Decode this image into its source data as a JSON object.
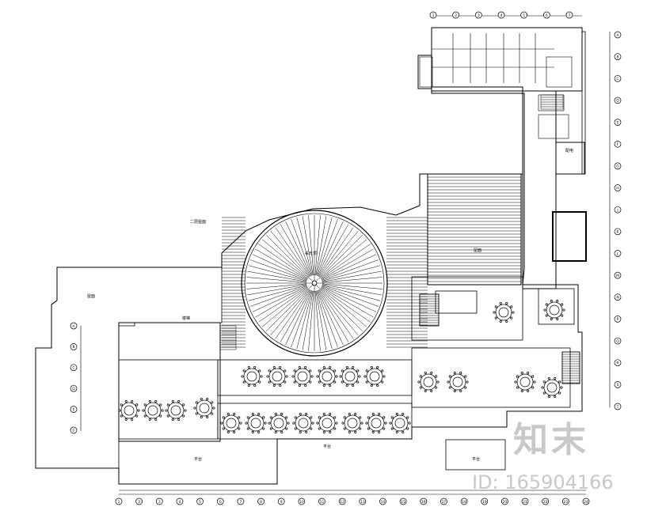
{
  "plan": {
    "room_labels": {
      "main_roof": "二层屋面",
      "left_area": "屋面",
      "stair_label": "楼梯",
      "center_label": "采光顶",
      "right_roof": "屋面",
      "bottom_left": "平台",
      "bottom_mid": "平台",
      "bottom_right": "平台",
      "right_room": "配电"
    },
    "axis_bubbles_bottom": [
      "1",
      "2",
      "3",
      "4",
      "5",
      "6",
      "7",
      "8",
      "9",
      "10",
      "11",
      "12",
      "13",
      "14",
      "15",
      "16",
      "17",
      "18",
      "19",
      "20",
      "21",
      "22",
      "23",
      "24"
    ],
    "axis_bubbles_right": [
      "A",
      "B",
      "C",
      "D",
      "E",
      "F",
      "G",
      "H",
      "J",
      "K",
      "L",
      "M",
      "N",
      "P",
      "Q",
      "R",
      "S",
      "T"
    ],
    "axis_bubbles_left": [
      "A",
      "B",
      "C",
      "D",
      "E",
      "F"
    ],
    "axis_bubbles_top": [
      "1",
      "2",
      "3",
      "4",
      "5",
      "6",
      "7"
    ]
  },
  "watermark": {
    "logo": "知末",
    "id": "ID: 165904166"
  }
}
